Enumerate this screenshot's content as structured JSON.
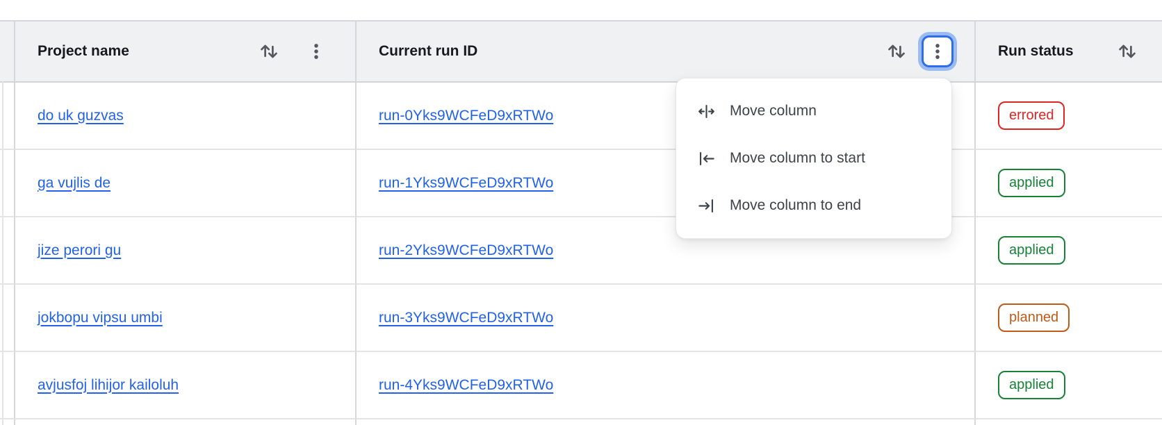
{
  "table": {
    "columns": [
      {
        "label": "Project name"
      },
      {
        "label": "Current run ID",
        "menu_open": true
      },
      {
        "label": "Run status"
      }
    ],
    "rows": [
      {
        "project": "do uk guzvas",
        "run_id": "run-0Yks9WCFeD9xRTWo",
        "status": "errored"
      },
      {
        "project": "ga vujlis de",
        "run_id": "run-1Yks9WCFeD9xRTWo",
        "status": "applied"
      },
      {
        "project": "jize perori gu",
        "run_id": "run-2Yks9WCFeD9xRTWo",
        "status": "applied"
      },
      {
        "project": "jokbopu vipsu umbi",
        "run_id": "run-3Yks9WCFeD9xRTWo",
        "status": "planned"
      },
      {
        "project": "avjusfoj lihijor kailoluh",
        "run_id": "run-4Yks9WCFeD9xRTWo",
        "status": "applied"
      }
    ],
    "status_colors": {
      "errored": "#e02424",
      "applied": "#178236",
      "planned": "#c05a16"
    }
  },
  "menu": {
    "items": [
      {
        "icon": "move-column-icon",
        "label": "Move column"
      },
      {
        "icon": "move-column-to-start-icon",
        "label": "Move column to start"
      },
      {
        "icon": "move-column-to-end-icon",
        "label": "Move column to end"
      }
    ]
  },
  "colors": {
    "link_blue": "#2262eb",
    "header_bg": "#f0f1f2",
    "focus_ring_blue": "#2d6ee8"
  }
}
